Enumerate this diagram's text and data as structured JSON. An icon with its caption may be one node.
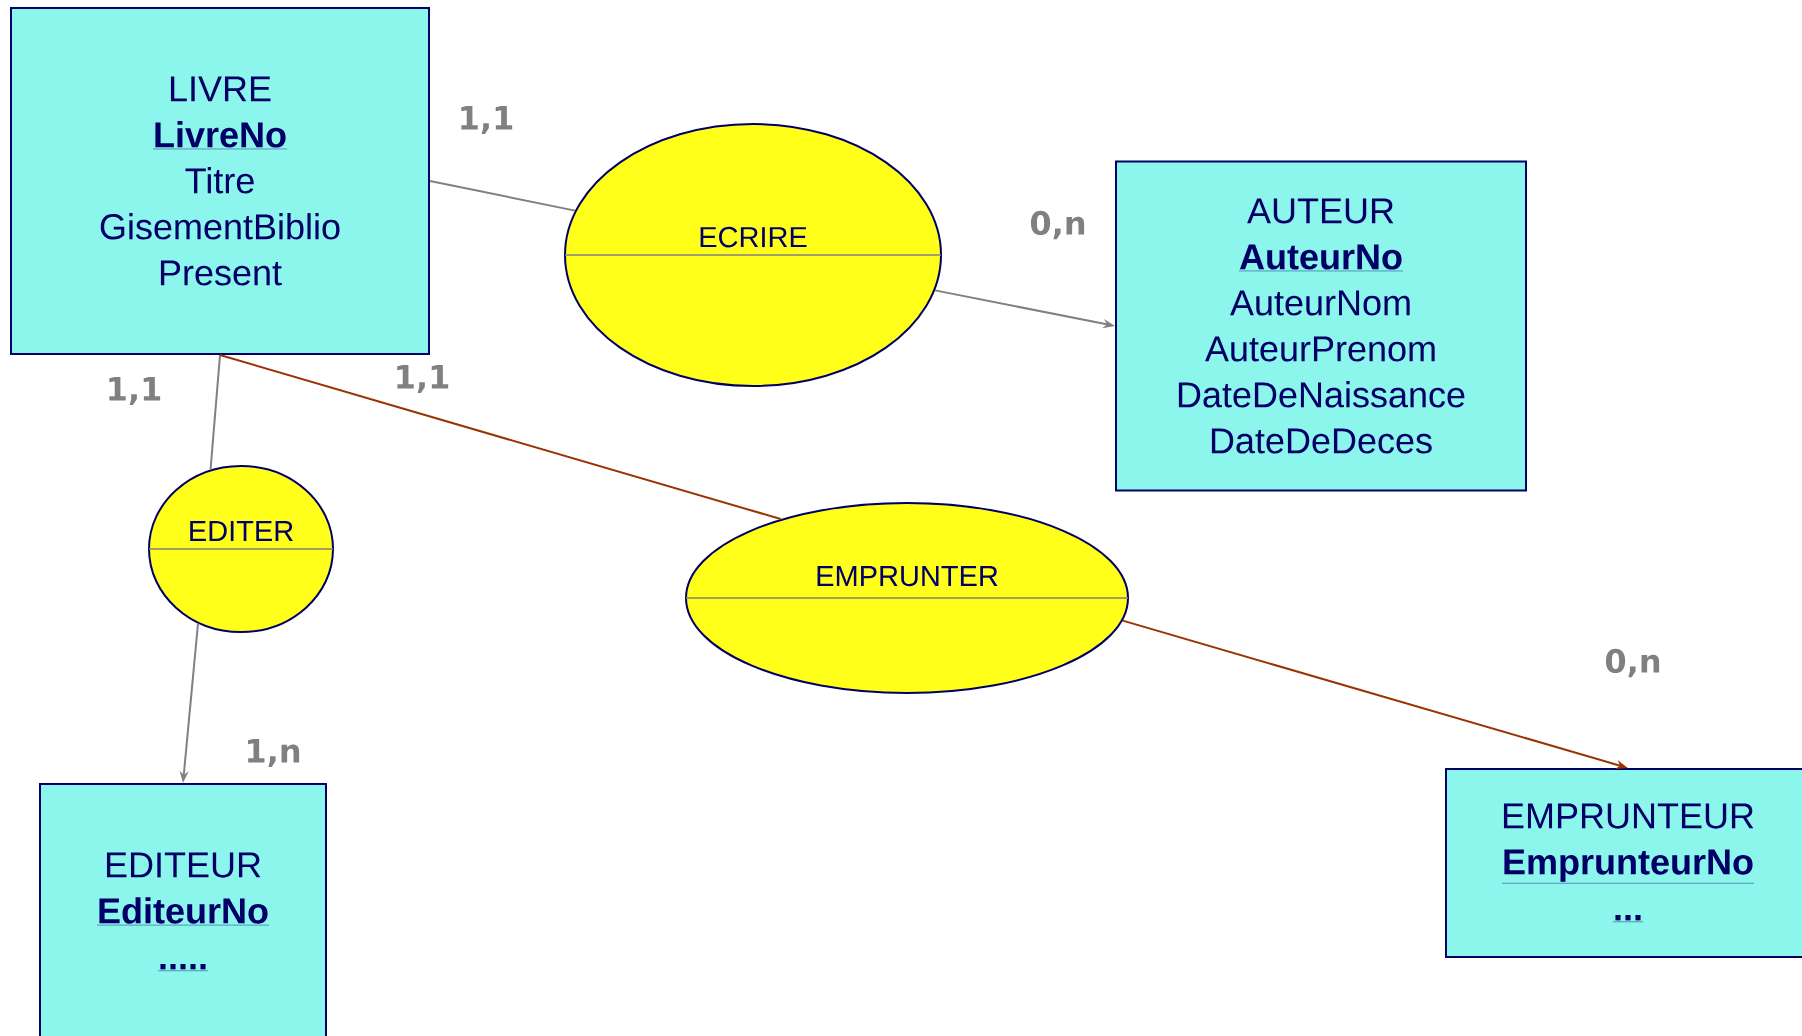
{
  "diagram": {
    "nodes": [
      {
        "text": [
          "LIVRE",
          "LivreNo",
          "Titre",
          "GisementBiblio",
          "Present"
        ]
      },
      {
        "text": [
          "ECRIRE"
        ]
      },
      {
        "text": [
          "AUTEUR",
          "AuteurNo",
          "AuteurNom",
          "AuteurPrenom",
          "DateDeNaissance",
          "DateDeDeces"
        ]
      },
      {
        "text": [
          "EDITER"
        ]
      },
      {
        "text": [
          "EMPRUNTER"
        ]
      },
      {
        "text": [
          "EDITEUR",
          "EditeurNo",
          "....."
        ]
      },
      {
        "text": [
          "EMPRUNTEUR",
          "EmprunteurNo",
          "..."
        ]
      }
    ],
    "edges": [
      {
        "from": 0,
        "to": 1,
        "arrow": "none"
      },
      {
        "from": 1,
        "to": 2,
        "arrow": "to"
      },
      {
        "from": 0,
        "to": 3,
        "arrow": "none"
      },
      {
        "from": 3,
        "to": 5,
        "arrow": "to"
      },
      {
        "from": 0,
        "to": 4,
        "arrow": "none",
        "color": "#993300"
      },
      {
        "from": 4,
        "to": 6,
        "arrow": "to",
        "color": "#993300"
      }
    ],
    "labels": [
      "1,1",
      "0,n",
      "1,1",
      "1,1",
      "0,n",
      "1,n"
    ]
  }
}
